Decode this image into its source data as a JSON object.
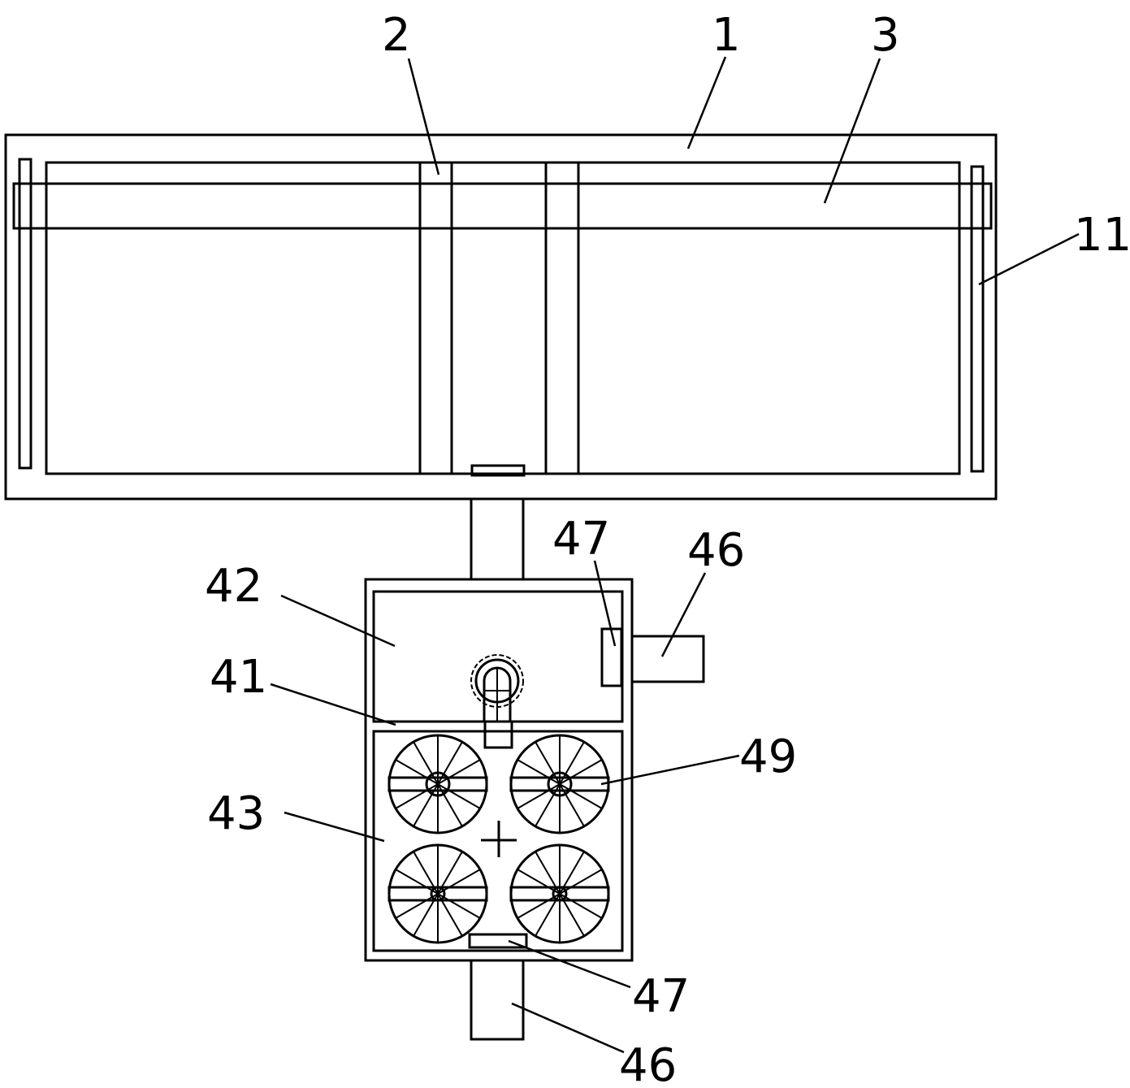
{
  "labels": {
    "l1": "1",
    "l2": "2",
    "l3": "3",
    "l11": "11",
    "l47a": "47",
    "l46a": "46",
    "l42": "42",
    "l41": "41",
    "l49": "49",
    "l43": "43",
    "l47b": "47",
    "l46b": "46"
  }
}
